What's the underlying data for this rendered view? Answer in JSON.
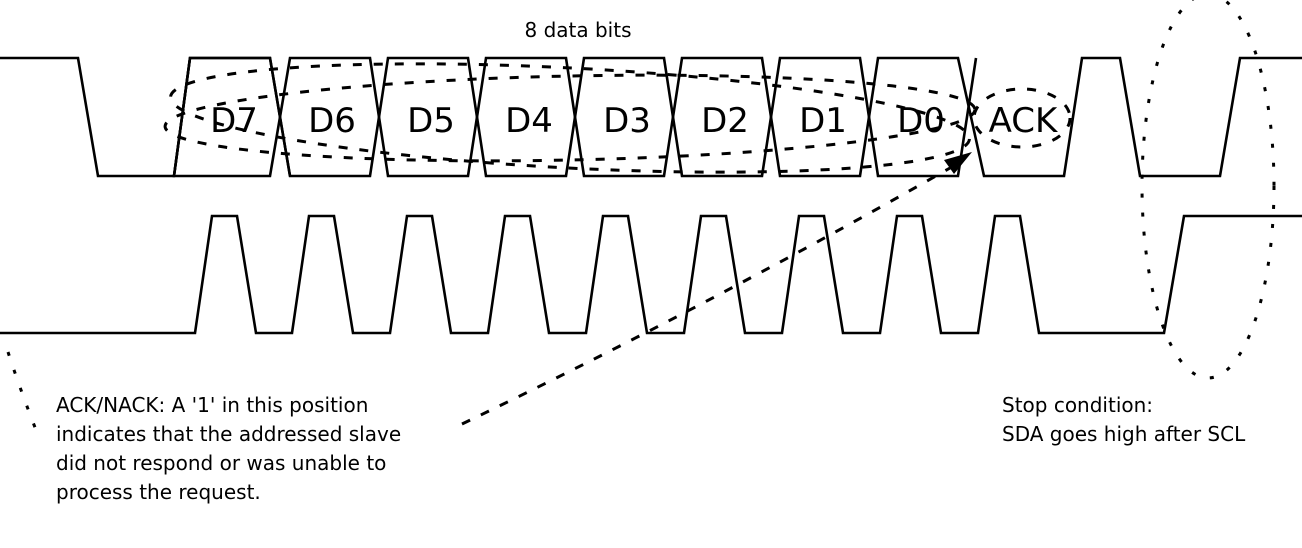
{
  "diagram": {
    "header_label": "8 data bits",
    "bits": [
      "D7",
      "D6",
      "D5",
      "D4",
      "D3",
      "D2",
      "D1",
      "D0"
    ],
    "ack_label": "ACK"
  },
  "notes": {
    "ack_nack": [
      "ACK/NACK: A '1' in this position",
      "indicates that the addressed slave",
      "did not respond or was unable to",
      "process the request."
    ],
    "stop": [
      "Stop condition:",
      "SDA goes high after SCL"
    ]
  }
}
